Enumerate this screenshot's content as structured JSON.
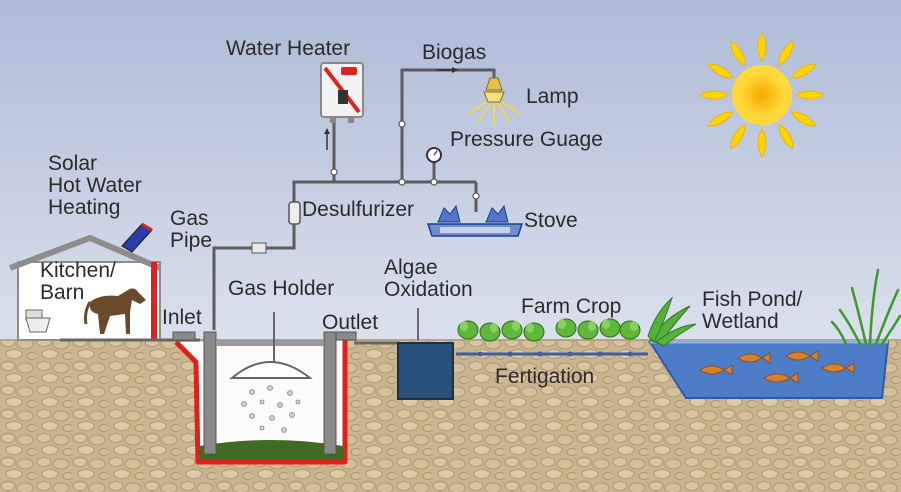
{
  "labels": {
    "water_heater": "Water Heater",
    "biogas": "Biogas",
    "lamp": "Lamp",
    "pressure_gauge": "Pressure Guage",
    "solar_hot_water": "Solar\nHot Water\nHeating",
    "gas_pipe": "Gas\nPipe",
    "desulfurizer": "Desulfurizer",
    "stove": "Stove",
    "kitchen_barn": "Kitchen/\nBarn",
    "algae_oxidation": "Algae\nOxidation",
    "gas_holder": "Gas Holder",
    "farm_crop": "Farm Crop",
    "fish_pond": "Fish Pond/\nWetland",
    "inlet": "Inlet",
    "outlet": "Outlet",
    "fertigation": "Fertigation"
  },
  "colors": {
    "sky_top": "#aebbd6",
    "sky_bottom": "#eef0f6",
    "soil": "#c9b48f",
    "pipe": "#5c5c5c",
    "sun": "#f6c400",
    "pond": "#4d7cc9",
    "fish": "#d9802c",
    "digester_wall": "#e0201b",
    "slurry": "#3f6b22",
    "algae_tank": "#28507a"
  },
  "icons": [
    "sun-icon",
    "lamp-icon",
    "pressure-gauge-icon",
    "water-heater-icon",
    "solar-panel-icon",
    "stove-icon",
    "horse-icon",
    "toilet-icon",
    "fish-icon",
    "reed-icon",
    "crop-plant-icon"
  ]
}
